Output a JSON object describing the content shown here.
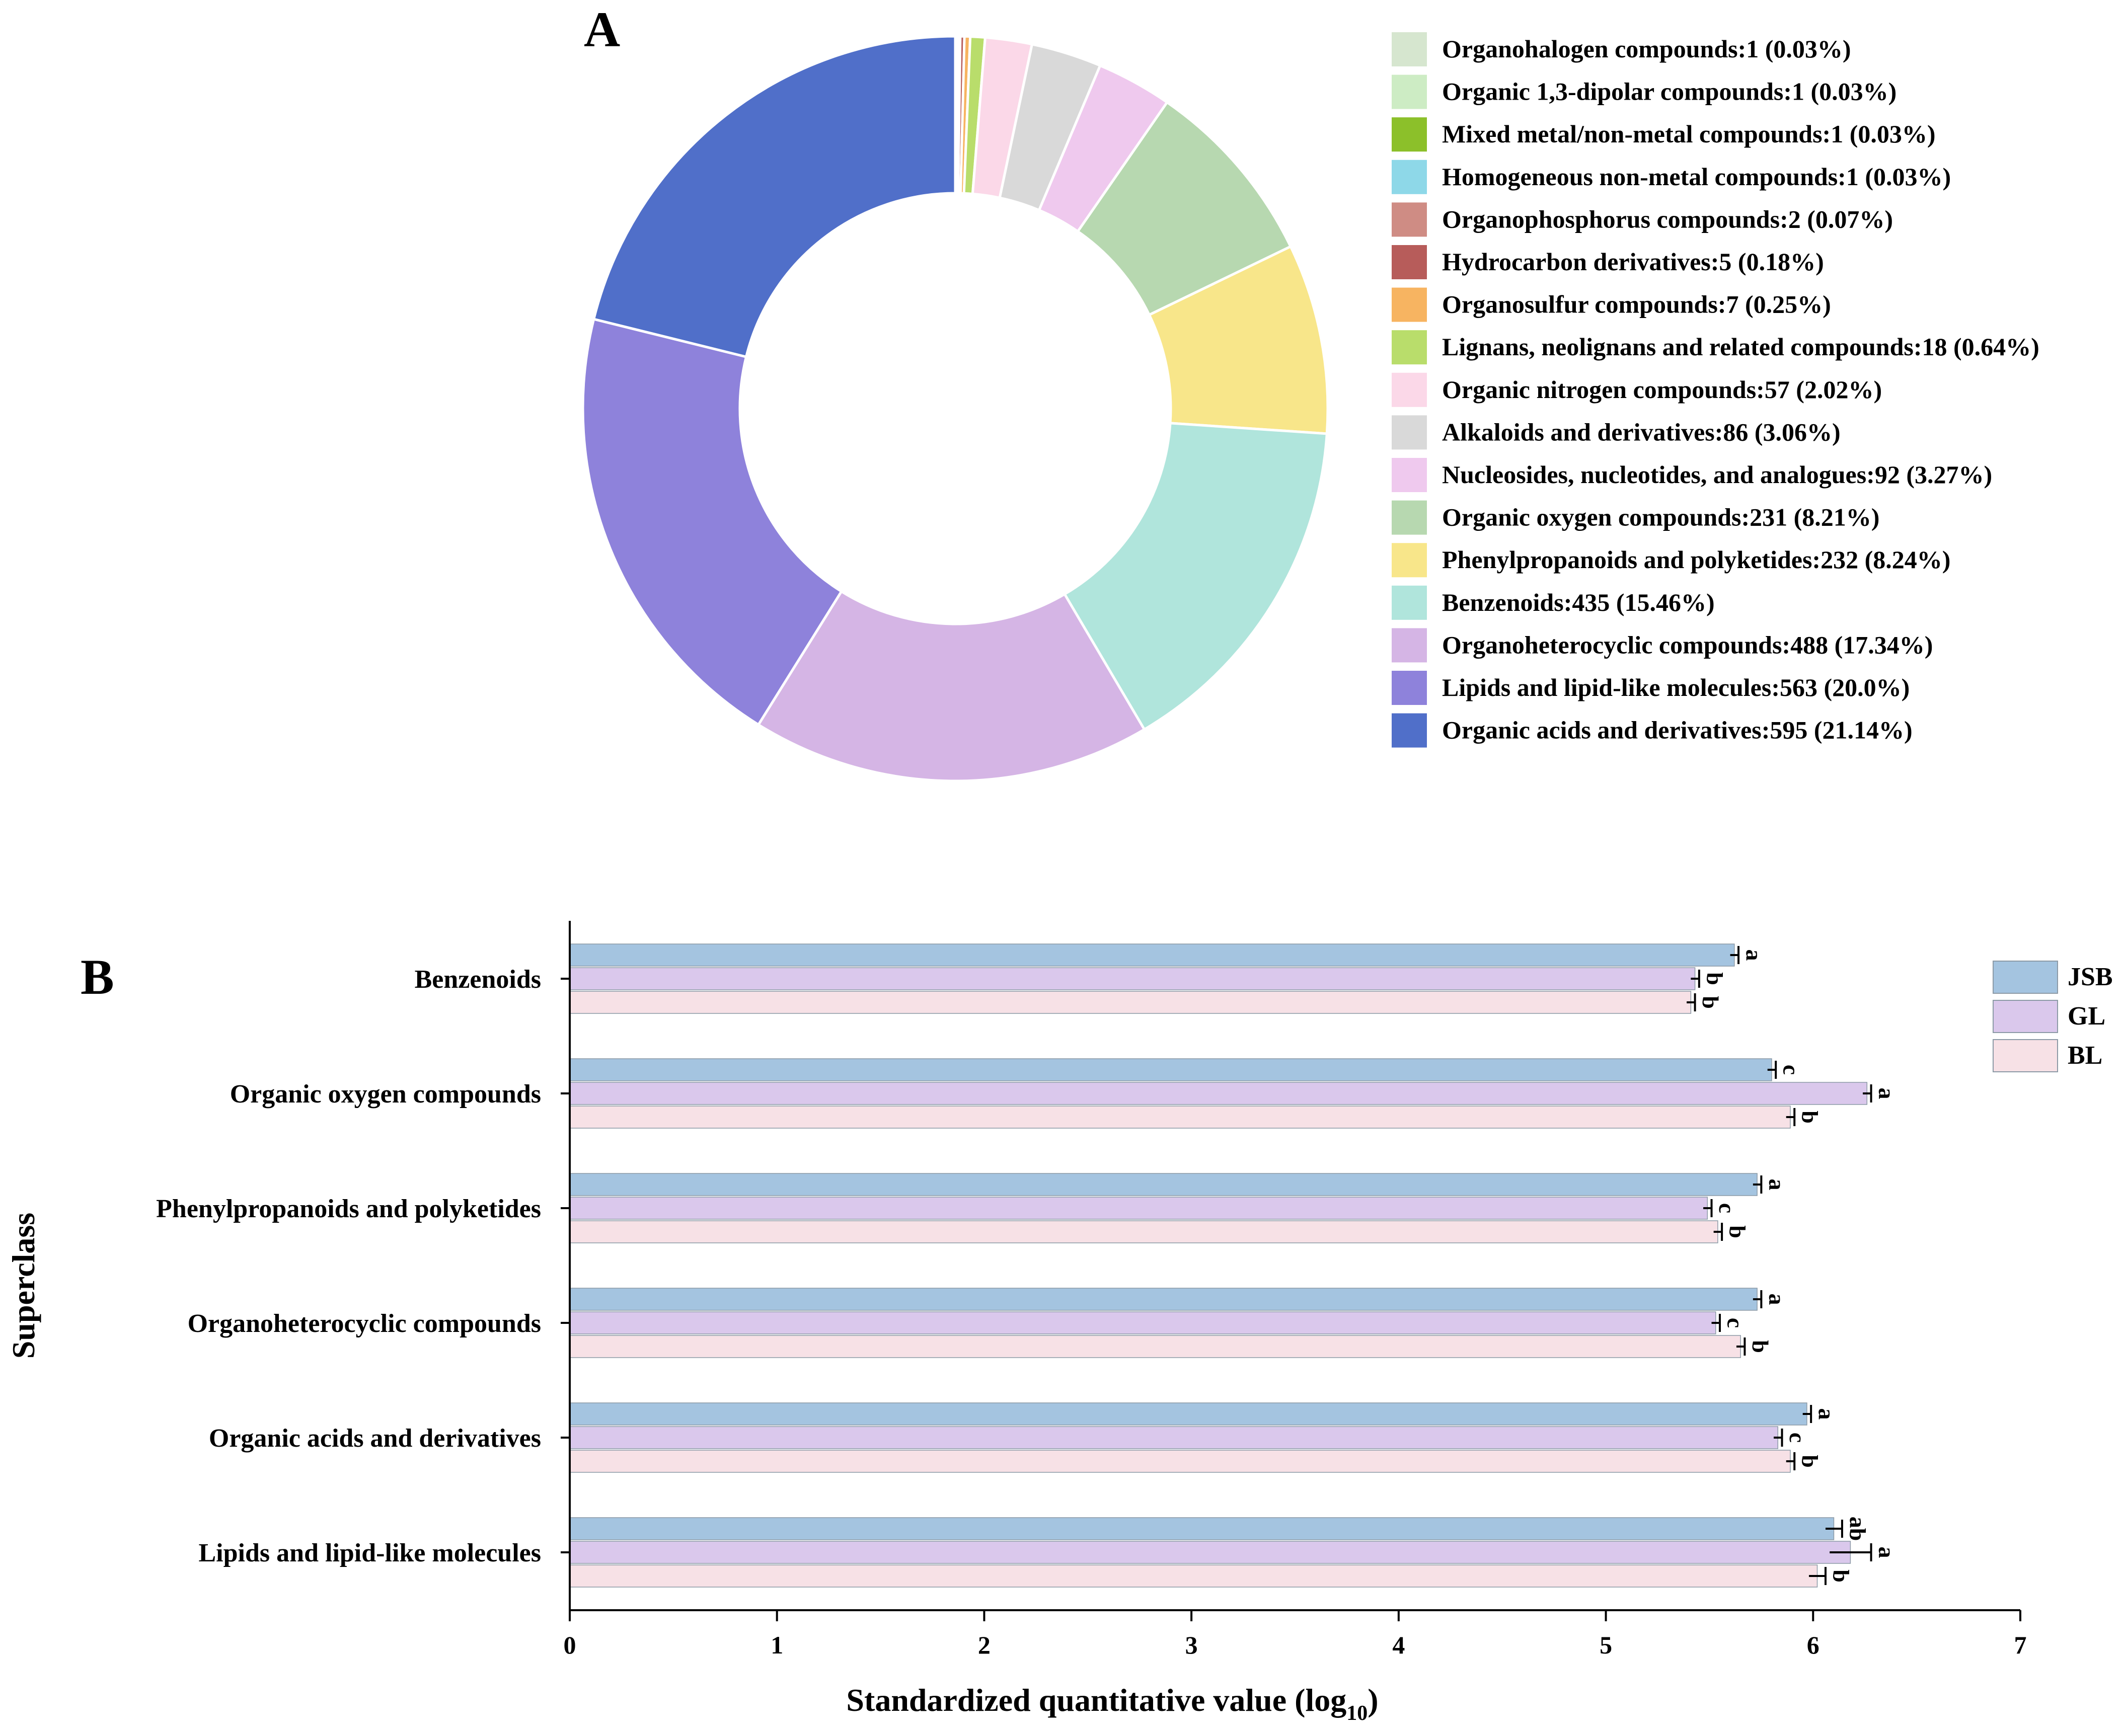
{
  "chart_data": [
    {
      "type": "pie",
      "panel_label": "A",
      "donut": true,
      "legend_position": "right",
      "slices": [
        {
          "label": "Organohalogen compounds:1 (0.03%)",
          "value": 1,
          "percent": 0.03,
          "color": "#d6e6cf"
        },
        {
          "label": "Organic 1,3-dipolar compounds:1 (0.03%)",
          "value": 1,
          "percent": 0.03,
          "color": "#cdecc4"
        },
        {
          "label": "Mixed metal/non-metal compounds:1 (0.03%)",
          "value": 1,
          "percent": 0.03,
          "color": "#8cc02a"
        },
        {
          "label": "Homogeneous non-metal compounds:1 (0.03%)",
          "value": 1,
          "percent": 0.03,
          "color": "#8ed8e8"
        },
        {
          "label": "Organophosphorus compounds:2 (0.07%)",
          "value": 2,
          "percent": 0.07,
          "color": "#cf8c84"
        },
        {
          "label": "Hydrocarbon derivatives:5 (0.18%)",
          "value": 5,
          "percent": 0.18,
          "color": "#b75c5a"
        },
        {
          "label": "Organosulfur compounds:7 (0.25%)",
          "value": 7,
          "percent": 0.25,
          "color": "#f7b461"
        },
        {
          "label": "Lignans, neolignans and related compounds:18 (0.64%)",
          "value": 18,
          "percent": 0.64,
          "color": "#b9dd6b"
        },
        {
          "label": "Organic nitrogen compounds:57 (2.02%)",
          "value": 57,
          "percent": 2.02,
          "color": "#fbd8e8"
        },
        {
          "label": "Alkaloids and derivatives:86 (3.06%)",
          "value": 86,
          "percent": 3.06,
          "color": "#d9d9d9"
        },
        {
          "label": "Nucleosides, nucleotides, and analogues:92 (3.27%)",
          "value": 92,
          "percent": 3.27,
          "color": "#efc9ee"
        },
        {
          "label": "Organic oxygen compounds:231 (8.21%)",
          "value": 231,
          "percent": 8.21,
          "color": "#b7d8b0"
        },
        {
          "label": "Phenylpropanoids and polyketides:232 (8.24%)",
          "value": 232,
          "percent": 8.24,
          "color": "#f8e68a"
        },
        {
          "label": "Benzenoids:435 (15.46%)",
          "value": 435,
          "percent": 15.46,
          "color": "#b0e5dc"
        },
        {
          "label": "Organoheterocyclic compounds:488 (17.34%)",
          "value": 488,
          "percent": 17.34,
          "color": "#d5b5e5"
        },
        {
          "label": "Lipids and lipid-like molecules:563 (20.0%)",
          "value": 563,
          "percent": 20.0,
          "color": "#8e82db"
        },
        {
          "label": "Organic acids and derivatives:595 (21.14%)",
          "value": 595,
          "percent": 21.14,
          "color": "#506fc9"
        }
      ]
    },
    {
      "type": "bar",
      "orientation": "horizontal",
      "panel_label": "B",
      "xlabel": "Standardized quantitative value (log",
      "xlabel_subscript": "10",
      "xlabel_close": ")",
      "ylabel": "Superclass",
      "xlim": [
        0,
        7
      ],
      "xticks": [
        "0",
        "1",
        "2",
        "3",
        "4",
        "5",
        "6",
        "7"
      ],
      "grid": false,
      "legend_position": "top-right",
      "categories": [
        "Benzenoids",
        "Organic oxygen compounds",
        "Phenylpropanoids and polyketides",
        "Organoheterocyclic compounds",
        "Organic acids and derivatives",
        "Lipids and lipid-like molecules"
      ],
      "series": [
        {
          "name": "JSB",
          "color": "#a4c4e0",
          "values": [
            5.62,
            5.8,
            5.73,
            5.73,
            5.97,
            6.1
          ],
          "errors": [
            0.02,
            0.02,
            0.02,
            0.02,
            0.02,
            0.04
          ],
          "letters": [
            "a",
            "c",
            "a",
            "a",
            "a",
            "ab"
          ]
        },
        {
          "name": "GL",
          "color": "#dac8ec",
          "values": [
            5.43,
            6.26,
            5.49,
            5.53,
            5.83,
            6.18
          ],
          "errors": [
            0.02,
            0.02,
            0.02,
            0.02,
            0.02,
            0.1
          ],
          "letters": [
            "b",
            "a",
            "c",
            "c",
            "c",
            "a"
          ]
        },
        {
          "name": "BL",
          "color": "#f7e1e6",
          "values": [
            5.41,
            5.89,
            5.54,
            5.65,
            5.89,
            6.02
          ],
          "errors": [
            0.02,
            0.02,
            0.02,
            0.02,
            0.02,
            0.04
          ],
          "letters": [
            "b",
            "b",
            "b",
            "b",
            "b",
            "b"
          ]
        }
      ]
    }
  ]
}
